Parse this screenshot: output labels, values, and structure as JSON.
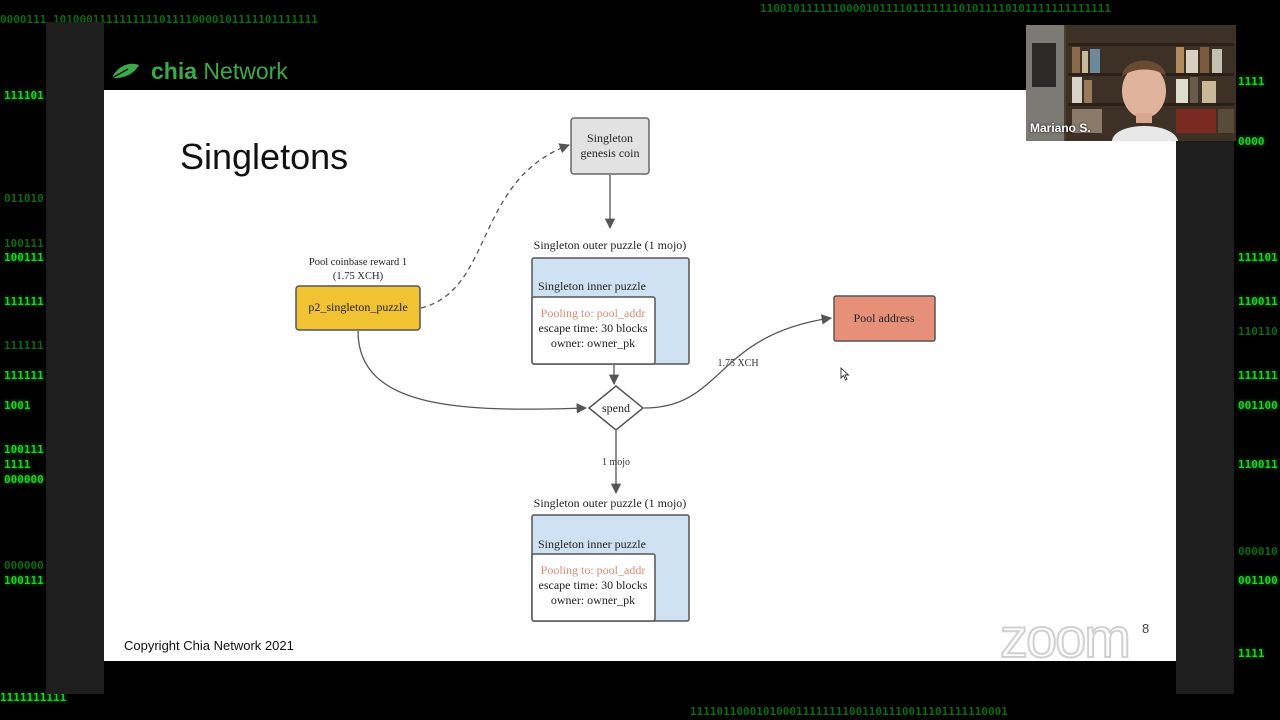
{
  "brand": {
    "name_bold": "chia",
    "name_rest": " Network"
  },
  "slide": {
    "title": "Singletons",
    "copyright": "Copyright Chia Network 2021",
    "page_number": "8"
  },
  "diagram": {
    "genesis_line1": "Singleton",
    "genesis_line2": "genesis coin",
    "outer_label_top": "Singleton outer puzzle (1 mojo)",
    "inner_label_top": "Singleton inner puzzle",
    "pooling_top": "Pooling to: pool_addr",
    "escape_top": "escape time: 30 blocks",
    "owner_top": "owner: owner_pk",
    "reward_line1": "Pool coinbase reward 1",
    "reward_line2": "(1.75 XCH)",
    "p2_label": "p2_singleton_puzzle",
    "spend_label": "spend",
    "xch_amount": "1.75 XCH",
    "pool_address": "Pool address",
    "mojo_label": "1 mojo",
    "outer_label_bottom": "Singleton outer puzzle (1 mojo)",
    "inner_label_bottom": "Singleton inner puzzle",
    "pooling_bottom": "Pooling to: pool_addr",
    "escape_bottom": "escape time: 30 blocks",
    "owner_bottom": "owner: owner_pk"
  },
  "participant": {
    "name": "Mariano S."
  },
  "watermark": "zoom",
  "colors": {
    "matrix_green": "#1fcf2a",
    "brand_green": "#3aaa4a",
    "genesis_fill": "#e2e2e2",
    "outer_fill": "#cfe2f3",
    "p2_fill": "#f1c232",
    "pool_fill": "#e6907a",
    "pooling_text": "#d98b7a"
  },
  "binary": {
    "top_left": "0000111 1010001111111111011110000101111101111111",
    "top_right": "11001011111100001011110111111101011110101111111111111",
    "bottom_left": "1111111111",
    "bottom_center": "111101100010100011111111001101110011101111110001",
    "l1": "111101",
    "l2": "011010",
    "l3": "100111",
    "l4": "100111",
    "l5": "111111",
    "l6": "111111",
    "l7": "111111",
    "l8": "1001",
    "l9": "100111",
    "l10": "1111",
    "l11": "000000",
    "l12": "000000",
    "l13": "100111",
    "r1": "1111",
    "r2": "0000",
    "r3": "111101",
    "r4": "110011",
    "r5": "110110",
    "r6": "111111",
    "r7": "001100",
    "r8": "110011",
    "r9": "000010",
    "r10": "001100",
    "r11": "1111"
  }
}
